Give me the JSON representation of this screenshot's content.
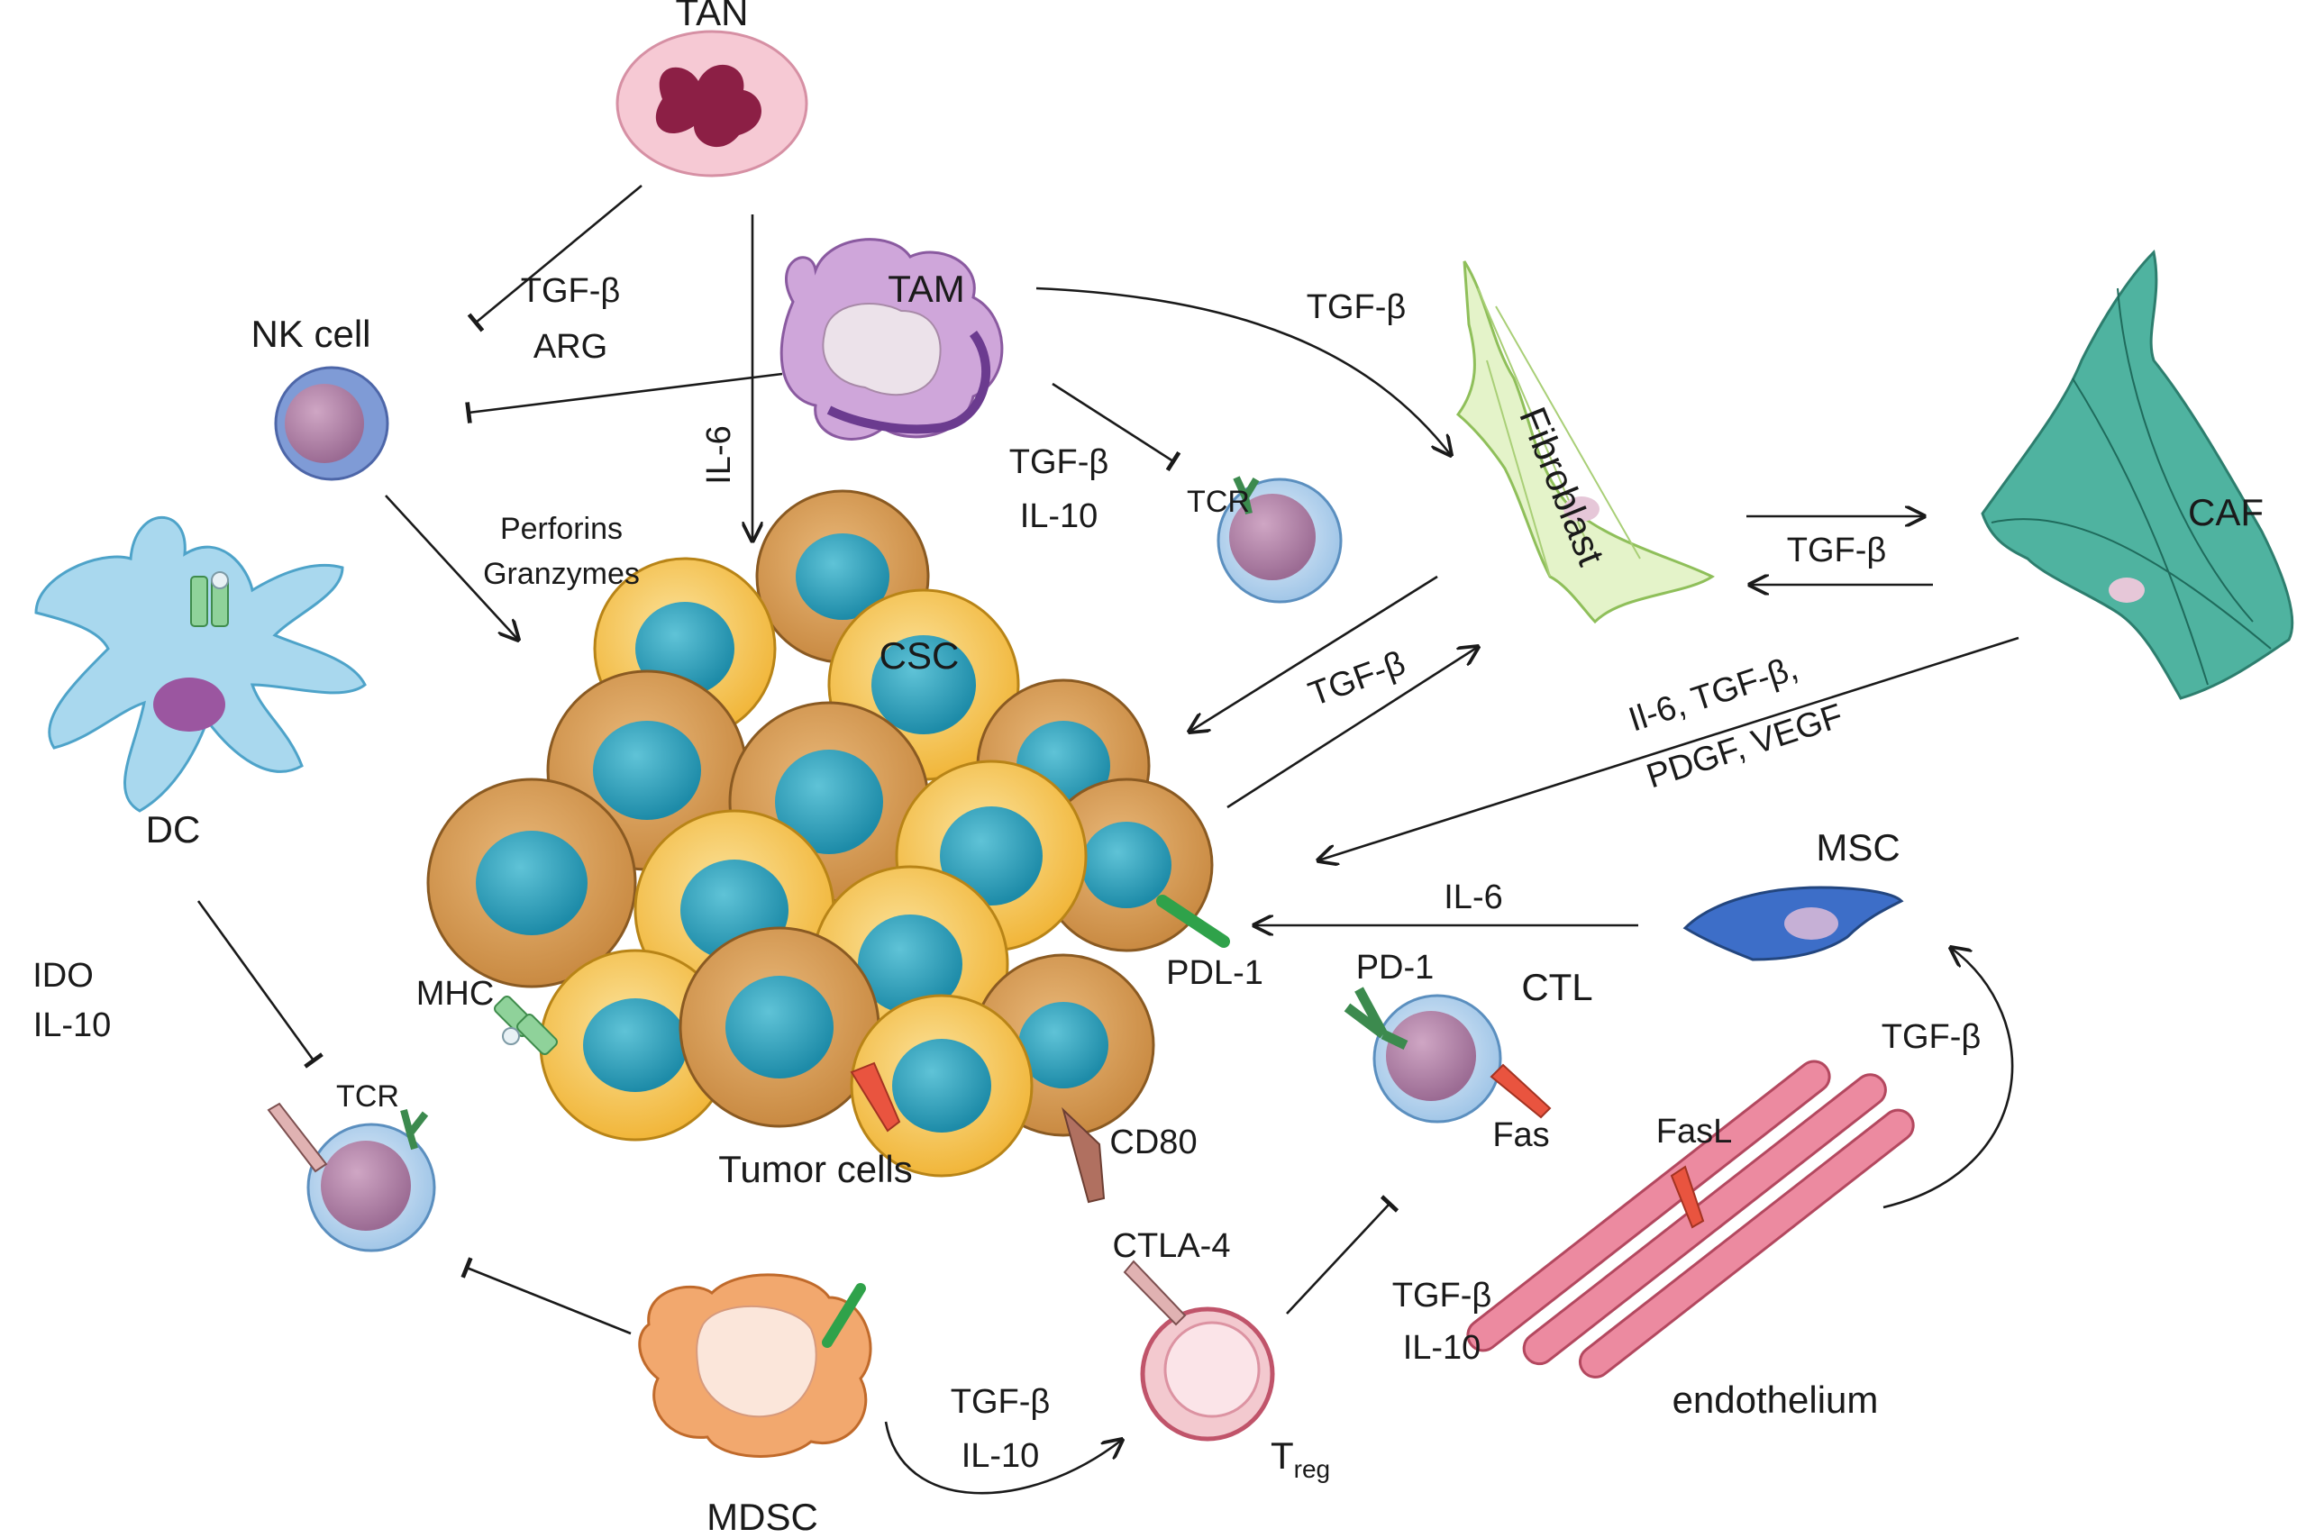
{
  "cells": {
    "tan": "TAN",
    "tam": "TAM",
    "nk": "NK cell",
    "dc": "DC",
    "fibroblast": "Fibroblast",
    "caf": "CAF",
    "msc": "MSC",
    "ctl": "CTL",
    "mdsc": "MDSC",
    "treg_main": "T",
    "treg_sub": "reg",
    "tumor": "Tumor cells",
    "csc": "CSC",
    "endothelium": "endothelium"
  },
  "molecules": {
    "tcr_top": "TCR",
    "tcr_left": "TCR",
    "mhc": "MHC",
    "pdl1": "PDL-1",
    "pd1": "PD-1",
    "fas": "Fas",
    "fasl": "FasL",
    "cd80": "CD80",
    "ctla4": "CTLA-4"
  },
  "signals": {
    "tan_nk_1": "TGF-β",
    "tan_nk_2": "ARG",
    "il6_tan": "IL-6",
    "tam_fib": "TGF-β",
    "tam_tcr_1": "TGF-β",
    "tam_tcr_2": "IL-10",
    "perforins": "Perforins",
    "granzymes": "Granzymes",
    "fib_caf": "TGF-β",
    "fib_tumor": "TGF-β",
    "caf_tumor_1": "Il-6, TGF-β,",
    "caf_tumor_2": "PDGF, VEGF",
    "msc_tumor": "IL-6",
    "endo_msc": "TGF-β",
    "ido": "IDO",
    "il10_dc": "IL-10",
    "mdsc_treg_1": "TGF-β",
    "mdsc_treg_2": "IL-10",
    "treg_ctl_1": "TGF-β",
    "treg_ctl_2": "IL-10"
  }
}
